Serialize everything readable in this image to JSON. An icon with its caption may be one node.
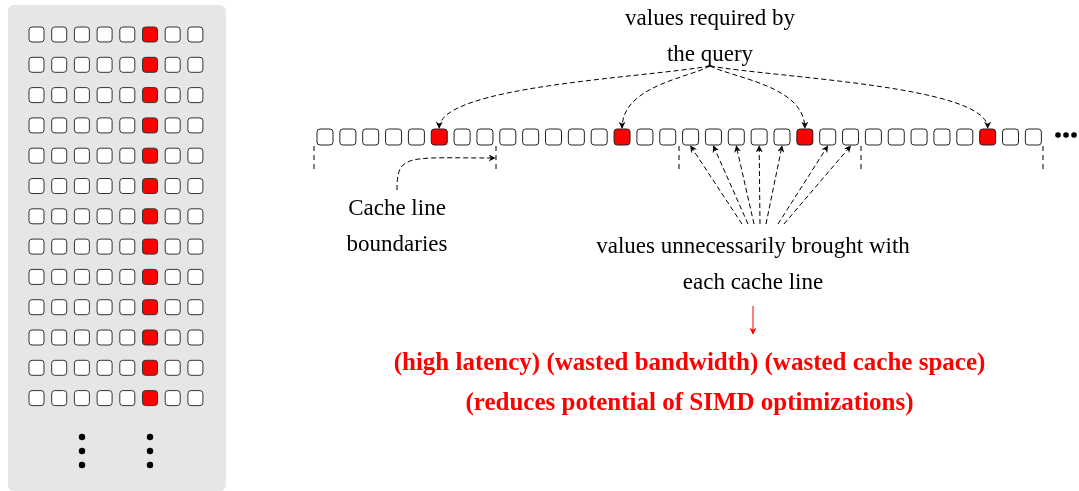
{
  "diagram": {
    "nodes": [
      {
        "text": [
          "values required by the query"
        ]
      },
      {
        "text": [],
        "shape": "box"
      },
      {
        "text": [],
        "shape": "box"
      },
      {
        "text": [],
        "shape": "box"
      },
      {
        "text": [],
        "shape": "box"
      },
      {
        "text": [],
        "shape": "box"
      },
      {
        "text": [],
        "shape": "box"
      },
      {
        "text": [],
        "shape": "box"
      },
      {
        "text": [],
        "shape": "box"
      },
      {
        "text": [],
        "shape": "box"
      },
      {
        "text": [],
        "shape": "box"
      },
      {
        "text": [],
        "shape": "box"
      },
      {
        "text": [
          "Cache line boundaries"
        ]
      },
      {
        "text": [
          "values unnecessarily brought with each cache line"
        ]
      },
      {
        "text": [
          "(high latency) (wasted bandwidth) (wasted cache space)",
          "(reduces potential of SIMD optimizations)"
        ]
      },
      {
        "text": [],
        "shape": "bar"
      }
    ],
    "edges": [
      {
        "from": 0,
        "to": 1,
        "arrow": "to",
        "style": "dashed"
      },
      {
        "from": 0,
        "to": 2,
        "arrow": "to",
        "style": "dashed"
      },
      {
        "from": 0,
        "to": 8,
        "arrow": "to",
        "style": "dashed"
      },
      {
        "from": 0,
        "to": 11,
        "arrow": "to",
        "style": "dashed"
      },
      {
        "from": 12,
        "to": 15,
        "arrow": "to",
        "style": "dashed"
      },
      {
        "from": 13,
        "to": 3,
        "arrow": "to",
        "style": "dashed"
      },
      {
        "from": 13,
        "to": 4,
        "arrow": "to",
        "style": "dashed"
      },
      {
        "from": 13,
        "to": 5,
        "arrow": "to",
        "style": "dashed"
      },
      {
        "from": 13,
        "to": 6,
        "arrow": "to",
        "style": "dashed"
      },
      {
        "from": 13,
        "to": 7,
        "arrow": "to",
        "style": "dashed"
      },
      {
        "from": 13,
        "to": 9,
        "arrow": "to",
        "style": "dashed"
      },
      {
        "from": 13,
        "to": 10,
        "arrow": "to",
        "style": "dashed"
      },
      {
        "from": 13,
        "to": 14,
        "arrow": "to",
        "color": "#ff0000"
      }
    ]
  }
}
